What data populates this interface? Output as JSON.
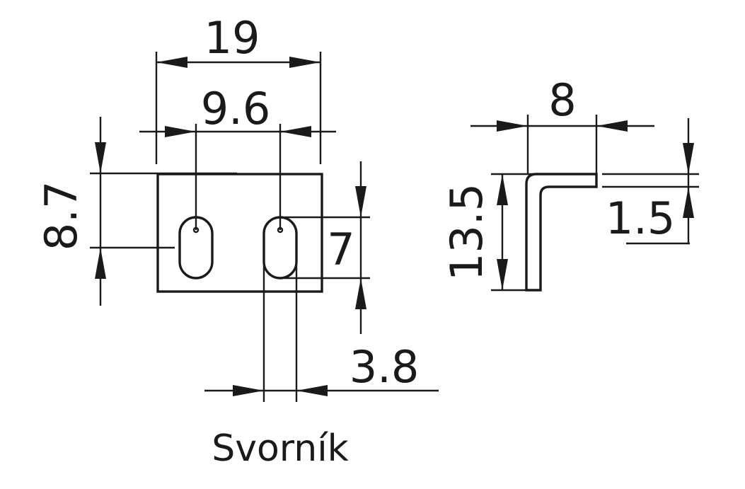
{
  "caption": "Svorník",
  "front_view": {
    "dim_width": "19",
    "dim_hole_spacing": "9.6",
    "dim_height": "8.7",
    "dim_slot_length": "7",
    "dim_slot_width": "3.8"
  },
  "side_view": {
    "dim_flange_length": "8",
    "dim_height": "13.5",
    "dim_thickness": "1.5"
  }
}
